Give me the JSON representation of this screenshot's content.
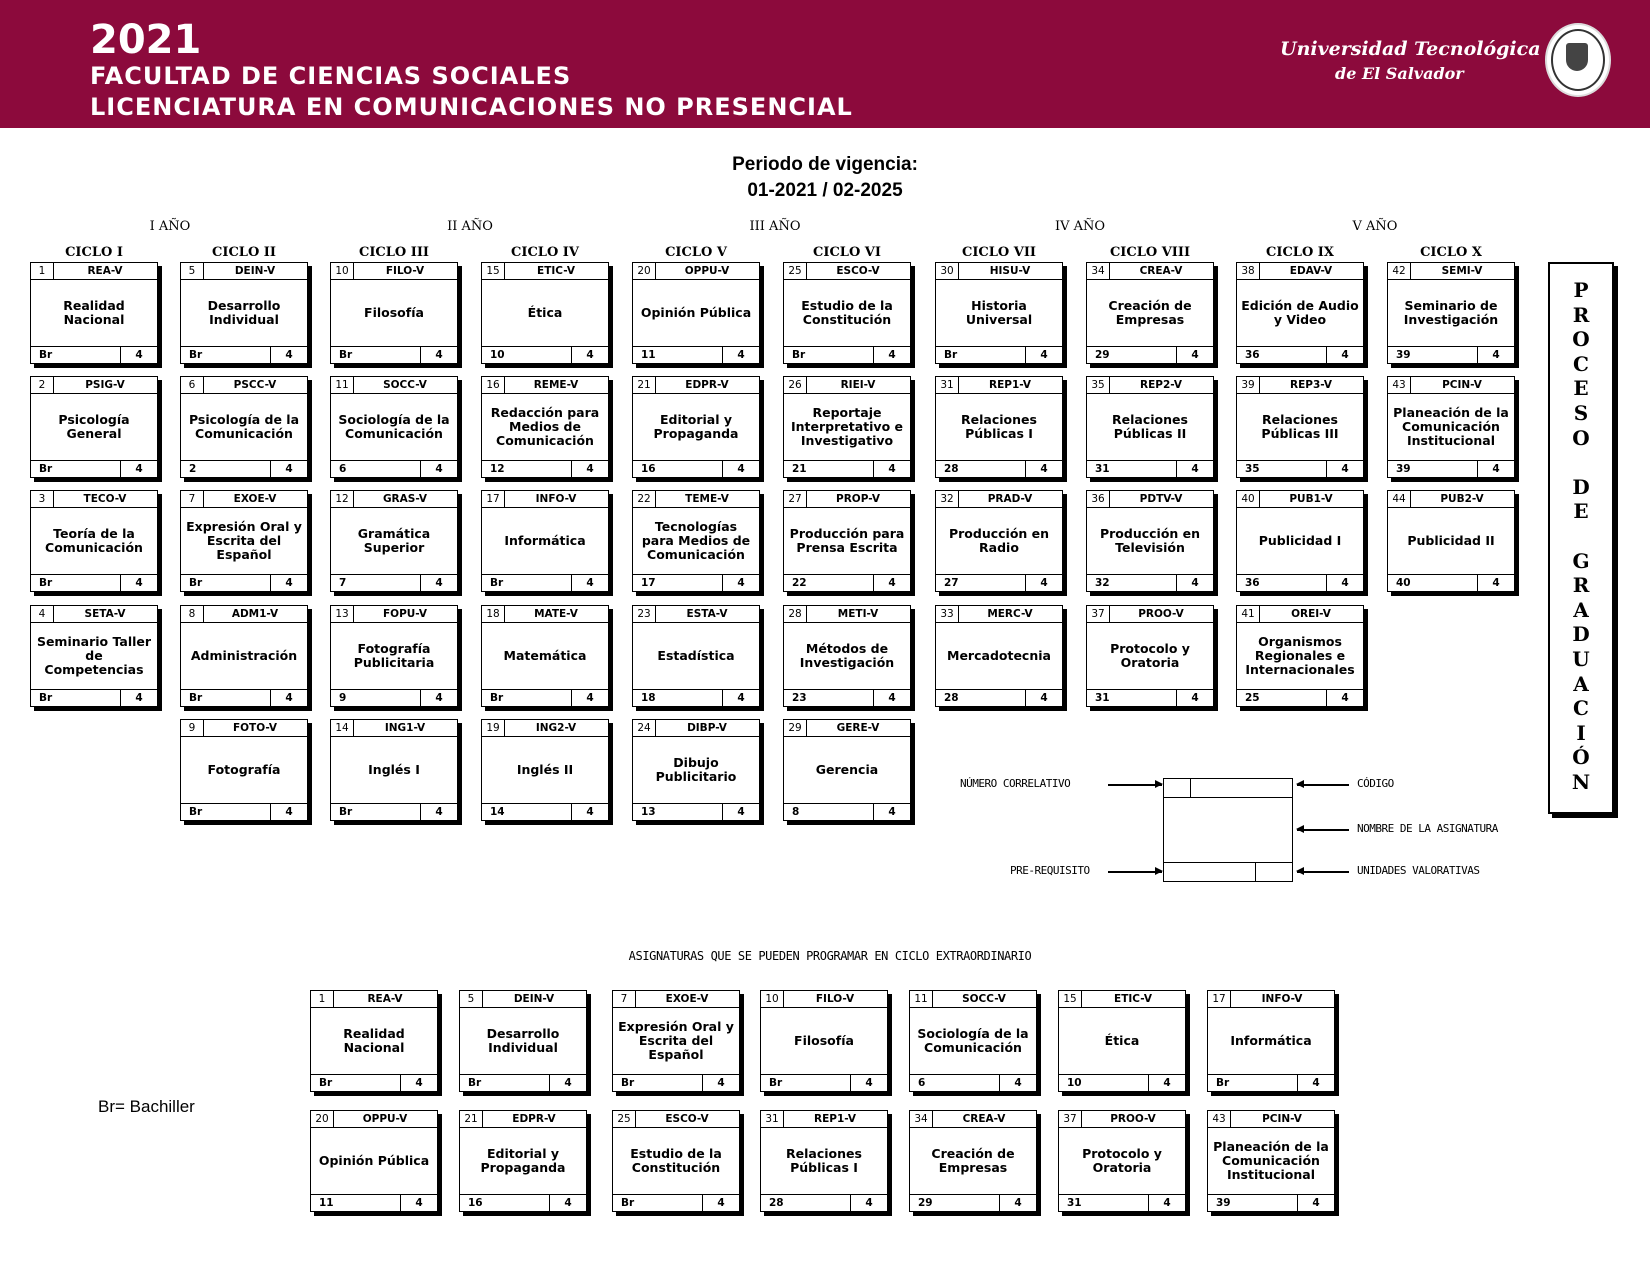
{
  "header": {
    "year": "2021",
    "faculty": "FACULTAD DE CIENCIAS SOCIALES",
    "career": "LICENCIATURA EN COMUNICACIONES NO PRESENCIAL",
    "university_line1": "Universidad Tecnológica",
    "university_line2": "de El Salvador",
    "seal_icon": "university-seal-icon",
    "background_color": "#8c0a3c"
  },
  "vigencia": {
    "title": "Periodo de vigencia:",
    "range": "01-2021 / 02-2025"
  },
  "years": [
    "I AÑO",
    "II AÑO",
    "III AÑO",
    "IV AÑO",
    "V AÑO"
  ],
  "cycles": [
    {
      "label": "CICLO I",
      "subjects": [
        {
          "num": "1",
          "code": "REA-V",
          "name": "Realidad Nacional",
          "pre": "Br",
          "uv": "4"
        },
        {
          "num": "2",
          "code": "PSIG-V",
          "name": "Psicología General",
          "pre": "Br",
          "uv": "4"
        },
        {
          "num": "3",
          "code": "TECO-V",
          "name": "Teoría de la Comunicación",
          "pre": "Br",
          "uv": "4"
        },
        {
          "num": "4",
          "code": "SETA-V",
          "name": "Seminario Taller de Competencias",
          "pre": "Br",
          "uv": "4"
        }
      ]
    },
    {
      "label": "CICLO II",
      "subjects": [
        {
          "num": "5",
          "code": "DEIN-V",
          "name": "Desarrollo Individual",
          "pre": "Br",
          "uv": "4"
        },
        {
          "num": "6",
          "code": "PSCC-V",
          "name": "Psicología de la Comunicación",
          "pre": "2",
          "uv": "4"
        },
        {
          "num": "7",
          "code": "EXOE-V",
          "name": "Expresión Oral y Escrita del Español",
          "pre": "Br",
          "uv": "4"
        },
        {
          "num": "8",
          "code": "ADM1-V",
          "name": "Administración",
          "pre": "Br",
          "uv": "4"
        },
        {
          "num": "9",
          "code": "FOTO-V",
          "name": "Fotografía",
          "pre": "Br",
          "uv": "4"
        }
      ]
    },
    {
      "label": "CICLO III",
      "subjects": [
        {
          "num": "10",
          "code": "FILO-V",
          "name": "Filosofía",
          "pre": "Br",
          "uv": "4"
        },
        {
          "num": "11",
          "code": "SOCC-V",
          "name": "Sociología de la Comunicación",
          "pre": "6",
          "uv": "4"
        },
        {
          "num": "12",
          "code": "GRAS-V",
          "name": "Gramática Superior",
          "pre": "7",
          "uv": "4"
        },
        {
          "num": "13",
          "code": "FOPU-V",
          "name": "Fotografía Publicitaria",
          "pre": "9",
          "uv": "4"
        },
        {
          "num": "14",
          "code": "ING1-V",
          "name": "Inglés I",
          "pre": "Br",
          "uv": "4"
        }
      ]
    },
    {
      "label": "CICLO IV",
      "subjects": [
        {
          "num": "15",
          "code": "ETIC-V",
          "name": "Ética",
          "pre": "10",
          "uv": "4"
        },
        {
          "num": "16",
          "code": "REME-V",
          "name": "Redacción para Medios de Comunicación",
          "pre": "12",
          "uv": "4"
        },
        {
          "num": "17",
          "code": "INFO-V",
          "name": "Informática",
          "pre": "Br",
          "uv": "4"
        },
        {
          "num": "18",
          "code": "MATE-V",
          "name": "Matemática",
          "pre": "Br",
          "uv": "4"
        },
        {
          "num": "19",
          "code": "ING2-V",
          "name": "Inglés II",
          "pre": "14",
          "uv": "4"
        }
      ]
    },
    {
      "label": "CICLO V",
      "subjects": [
        {
          "num": "20",
          "code": "OPPU-V",
          "name": "Opinión Pública",
          "pre": "11",
          "uv": "4"
        },
        {
          "num": "21",
          "code": "EDPR-V",
          "name": "Editorial y Propaganda",
          "pre": "16",
          "uv": "4"
        },
        {
          "num": "22",
          "code": "TEME-V",
          "name": "Tecnologías para Medios de Comunicación",
          "pre": "17",
          "uv": "4"
        },
        {
          "num": "23",
          "code": "ESTA-V",
          "name": "Estadística",
          "pre": "18",
          "uv": "4"
        },
        {
          "num": "24",
          "code": "DIBP-V",
          "name": "Dibujo Publicitario",
          "pre": "13",
          "uv": "4"
        }
      ]
    },
    {
      "label": "CICLO VI",
      "subjects": [
        {
          "num": "25",
          "code": "ESCO-V",
          "name": "Estudio de la Constitución",
          "pre": "Br",
          "uv": "4"
        },
        {
          "num": "26",
          "code": "RIEI-V",
          "name": "Reportaje Interpretativo e Investigativo",
          "pre": "21",
          "uv": "4"
        },
        {
          "num": "27",
          "code": "PROP-V",
          "name": "Producción para Prensa Escrita",
          "pre": "22",
          "uv": "4"
        },
        {
          "num": "28",
          "code": "METI-V",
          "name": "Métodos de Investigación",
          "pre": "23",
          "uv": "4"
        },
        {
          "num": "29",
          "code": "GERE-V",
          "name": "Gerencia",
          "pre": "8",
          "uv": "4"
        }
      ]
    },
    {
      "label": "CICLO VII",
      "subjects": [
        {
          "num": "30",
          "code": "HISU-V",
          "name": "Historia Universal",
          "pre": "Br",
          "uv": "4"
        },
        {
          "num": "31",
          "code": "REP1-V",
          "name": "Relaciones Públicas I",
          "pre": "28",
          "uv": "4"
        },
        {
          "num": "32",
          "code": "PRAD-V",
          "name": "Producción en Radio",
          "pre": "27",
          "uv": "4"
        },
        {
          "num": "33",
          "code": "MERC-V",
          "name": "Mercadotecnia",
          "pre": "28",
          "uv": "4"
        }
      ]
    },
    {
      "label": "CICLO VIII",
      "subjects": [
        {
          "num": "34",
          "code": "CREA-V",
          "name": "Creación de Empresas",
          "pre": "29",
          "uv": "4"
        },
        {
          "num": "35",
          "code": "REP2-V",
          "name": "Relaciones Públicas II",
          "pre": "31",
          "uv": "4"
        },
        {
          "num": "36",
          "code": "PDTV-V",
          "name": "Producción en Televisión",
          "pre": "32",
          "uv": "4"
        },
        {
          "num": "37",
          "code": "PROO-V",
          "name": "Protocolo y Oratoria",
          "pre": "31",
          "uv": "4"
        }
      ]
    },
    {
      "label": "CICLO IX",
      "subjects": [
        {
          "num": "38",
          "code": "EDAV-V",
          "name": "Edición de Audio y Video",
          "pre": "36",
          "uv": "4"
        },
        {
          "num": "39",
          "code": "REP3-V",
          "name": "Relaciones Públicas III",
          "pre": "35",
          "uv": "4"
        },
        {
          "num": "40",
          "code": "PUB1-V",
          "name": "Publicidad I",
          "pre": "36",
          "uv": "4"
        },
        {
          "num": "41",
          "code": "OREI-V",
          "name": "Organismos Regionales e Internacionales",
          "pre": "25",
          "uv": "4"
        }
      ]
    },
    {
      "label": "CICLO X",
      "subjects": [
        {
          "num": "42",
          "code": "SEMI-V",
          "name": "Seminario de Investigación",
          "pre": "39",
          "uv": "4"
        },
        {
          "num": "43",
          "code": "PCIN-V",
          "name": "Planeación de la Comunicación Institucional",
          "pre": "39",
          "uv": "4"
        },
        {
          "num": "44",
          "code": "PUB2-V",
          "name": "Publicidad II",
          "pre": "40",
          "uv": "4"
        }
      ]
    }
  ],
  "proceso_graduacion": [
    "P",
    "R",
    "O",
    "C",
    "E",
    "S",
    "O",
    "",
    "D",
    "E",
    "",
    "G",
    "R",
    "A",
    "D",
    "U",
    "A",
    "C",
    "I",
    "Ó",
    "N"
  ],
  "legend": {
    "numero_correlativo": "NÚMERO CORRELATIVO",
    "codigo": "CÓDIGO",
    "nombre": "NOMBRE DE LA ASIGNATURA",
    "prerequisito": "PRE-REQUISITO",
    "unidades": "UNIDADES VALORATIVAS"
  },
  "extraordinario": {
    "title": "ASIGNATURAS QUE SE PUEDEN PROGRAMAR EN CICLO EXTRAORDINARIO",
    "subjects": [
      {
        "num": "1",
        "code": "REA-V",
        "name": "Realidad Nacional",
        "pre": "Br",
        "uv": "4"
      },
      {
        "num": "5",
        "code": "DEIN-V",
        "name": "Desarrollo Individual",
        "pre": "Br",
        "uv": "4"
      },
      {
        "num": "7",
        "code": "EXOE-V",
        "name": "Expresión Oral y Escrita del Español",
        "pre": "Br",
        "uv": "4"
      },
      {
        "num": "10",
        "code": "FILO-V",
        "name": "Filosofía",
        "pre": "Br",
        "uv": "4"
      },
      {
        "num": "11",
        "code": "SOCC-V",
        "name": "Sociología de la Comunicación",
        "pre": "6",
        "uv": "4"
      },
      {
        "num": "15",
        "code": "ETIC-V",
        "name": "Ética",
        "pre": "10",
        "uv": "4"
      },
      {
        "num": "17",
        "code": "INFO-V",
        "name": "Informática",
        "pre": "Br",
        "uv": "4"
      },
      {
        "num": "20",
        "code": "OPPU-V",
        "name": "Opinión Pública",
        "pre": "11",
        "uv": "4"
      },
      {
        "num": "21",
        "code": "EDPR-V",
        "name": "Editorial y Propaganda",
        "pre": "16",
        "uv": "4"
      },
      {
        "num": "25",
        "code": "ESCO-V",
        "name": "Estudio de la Constitución",
        "pre": "Br",
        "uv": "4"
      },
      {
        "num": "31",
        "code": "REP1-V",
        "name": "Relaciones Públicas I",
        "pre": "28",
        "uv": "4"
      },
      {
        "num": "34",
        "code": "CREA-V",
        "name": "Creación de Empresas",
        "pre": "29",
        "uv": "4"
      },
      {
        "num": "37",
        "code": "PROO-V",
        "name": "Protocolo y Oratoria",
        "pre": "31",
        "uv": "4"
      },
      {
        "num": "43",
        "code": "PCIN-V",
        "name": "Planeación de la Comunicación Institucional",
        "pre": "39",
        "uv": "4"
      }
    ]
  },
  "footnote": "Br= Bachiller"
}
